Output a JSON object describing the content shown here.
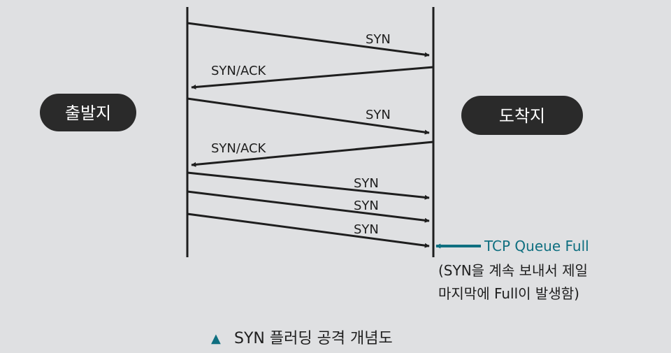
{
  "nodes": {
    "source": "출발지",
    "destination": "도착지"
  },
  "messages": [
    {
      "label": "SYN",
      "direction": "to-destination"
    },
    {
      "label": "SYN/ACK",
      "direction": "to-source"
    },
    {
      "label": "SYN",
      "direction": "to-destination"
    },
    {
      "label": "SYN/ACK",
      "direction": "to-source"
    },
    {
      "label": "SYN",
      "direction": "to-destination"
    },
    {
      "label": "SYN",
      "direction": "to-destination"
    },
    {
      "label": "SYN",
      "direction": "to-destination"
    }
  ],
  "note": {
    "title": "TCP Queue Full",
    "lines": [
      "(SYN을 계속 보내서 제일",
      "마지막에 Full이 발생함)"
    ]
  },
  "caption": {
    "marker": "▲",
    "text": "SYN 플러딩 공격 개념도"
  },
  "colors": {
    "background": "#dfe0e2",
    "line": "#1e1e1e",
    "pill": "#2a2a2a",
    "accent": "#0f6f80"
  }
}
